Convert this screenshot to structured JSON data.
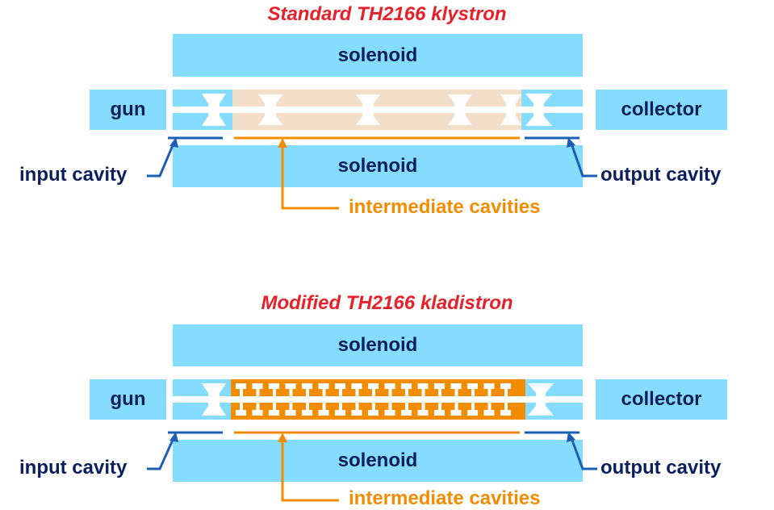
{
  "panels": [
    {
      "title": "Standard TH2166 klystron",
      "solenoid_top": "solenoid",
      "solenoid_bottom": "solenoid",
      "gun": "gun",
      "collector": "collector",
      "input_cavity": "input cavity",
      "output_cavity": "output cavity",
      "intermediate_cavities": "intermediate cavities"
    },
    {
      "title": "Modified TH2166 kladistron",
      "solenoid_top": "solenoid",
      "solenoid_bottom": "solenoid",
      "gun": "gun",
      "collector": "collector",
      "input_cavity": "input cavity",
      "output_cavity": "output cavity",
      "intermediate_cavities": "intermediate cavities"
    }
  ],
  "colors": {
    "title": "#e8202a",
    "solenoid": "#86dcff",
    "text_navy": "#0b1f5e",
    "intermediate_standard": "#f3dfc9",
    "intermediate_modified": "#f28c00",
    "leader_blue": "#1a5fb4",
    "leader_orange": "#f28c00"
  }
}
